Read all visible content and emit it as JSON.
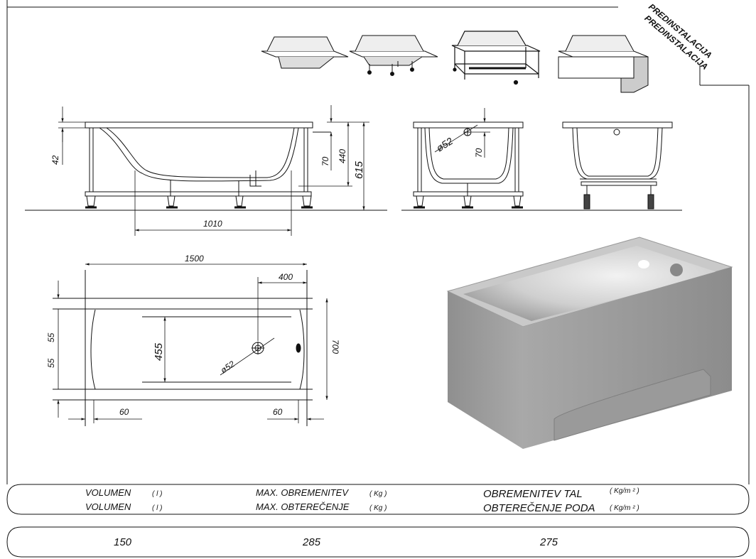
{
  "stamp": {
    "line1": "PREDINSTALACIJA",
    "line2": "PREDINSTALACIJA"
  },
  "dimensions": {
    "side_rim": "42",
    "side_overflow": "70",
    "side_inner_height": "440",
    "side_total_height": "615",
    "side_bottom_length": "1010",
    "end_drain_diameter": "ø52",
    "end_overflow": "70",
    "top_length": "1500",
    "top_drain_offset": "400",
    "top_rim_upper": "55",
    "top_rim_lower": "55",
    "top_inner_width": "455",
    "top_drain_diameter": "ø52",
    "top_width": "700",
    "top_left_margin": "60",
    "top_right_margin": "60"
  },
  "table": {
    "headers": [
      {
        "line1": "VOLUMEN",
        "line2": "VOLUMEN",
        "unit1": "( l )",
        "unit2": "( l )"
      },
      {
        "line1": "MAX. OBREMENITEV",
        "line2": "MAX. OBTEREČENJE",
        "unit1": "( Kg )",
        "unit2": "( Kg )"
      },
      {
        "line1": "OBREMENITEV TAL",
        "line2": "OBTEREČENJE PODA",
        "unit1": "( Kg/m ² )",
        "unit2": "( Kg/m ² )"
      }
    ],
    "values": [
      "150",
      "285",
      "275"
    ]
  }
}
